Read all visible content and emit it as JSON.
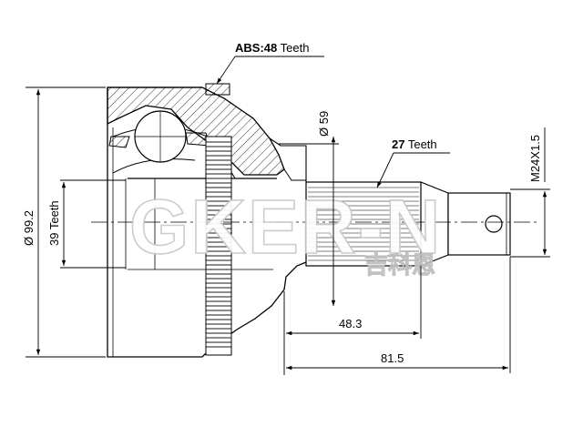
{
  "labels": {
    "abs_prefix": "ABS:",
    "abs_value": "48",
    "abs_suffix": " Teeth",
    "teeth_27_value": "27",
    "teeth_27_suffix": " Teeth",
    "diam_59": "Ø 59",
    "diam_99": "Ø 99.2",
    "teeth_39": "39 Teeth",
    "thread": "M24X1.5",
    "dim_48": "48.3",
    "dim_81": "81.5"
  },
  "watermark": {
    "brand": "GKER-N",
    "sub": "吉科恩"
  },
  "colors": {
    "line": "#000000",
    "watermark_stroke": "#c8c8c8"
  }
}
